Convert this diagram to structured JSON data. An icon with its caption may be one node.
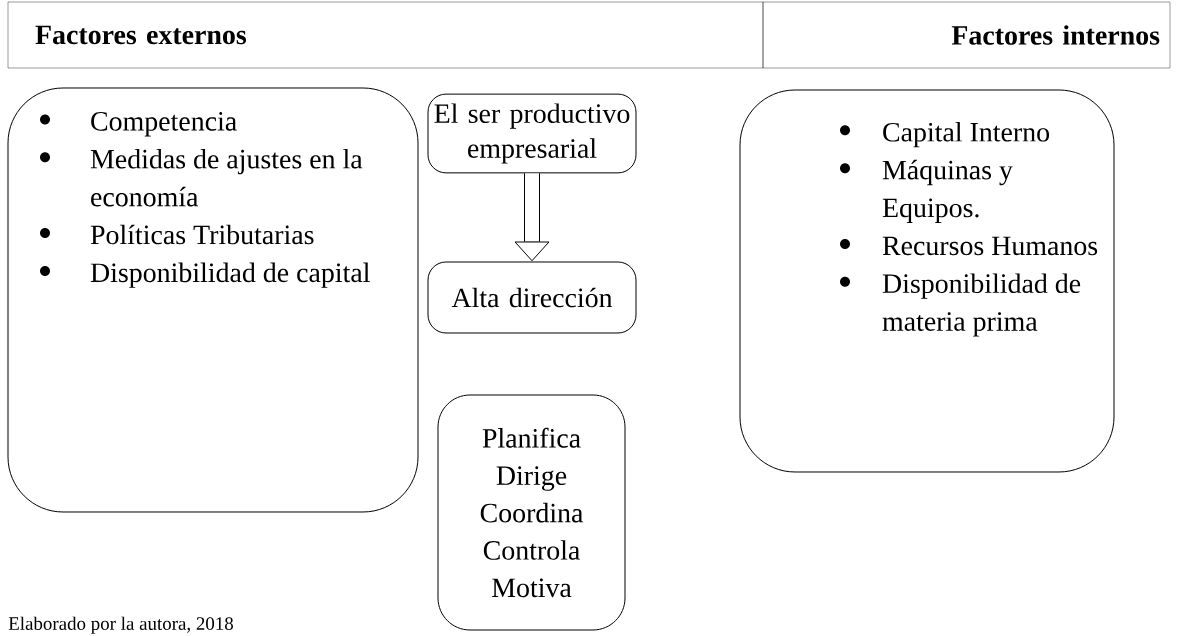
{
  "diagram": {
    "nodes": [
      {
        "text": [
          "Factores externos"
        ]
      },
      {
        "text": [
          "Factores internos"
        ]
      },
      {
        "text": [
          "Competencia",
          "Medidas de ajustes en la economía",
          "Políticas Tributarias",
          "Disponibilidad de capital"
        ]
      },
      {
        "text": [
          "El ser productivo empresarial"
        ]
      },
      {
        "text": [
          "Alta dirección"
        ]
      },
      {
        "text": [
          "Planifica",
          "Dirige",
          "Coordina",
          "Controla",
          "Motiva"
        ]
      },
      {
        "text": [
          "Capital Interno",
          "Máquinas y Equipos.",
          "Recursos Humanos",
          "Disponibilidad de materia prima"
        ]
      }
    ],
    "edges": [
      {
        "from": 3,
        "to": 4,
        "arrow": "to"
      }
    ],
    "labels": [
      "Elaborado por la autora, 2018"
    ]
  }
}
